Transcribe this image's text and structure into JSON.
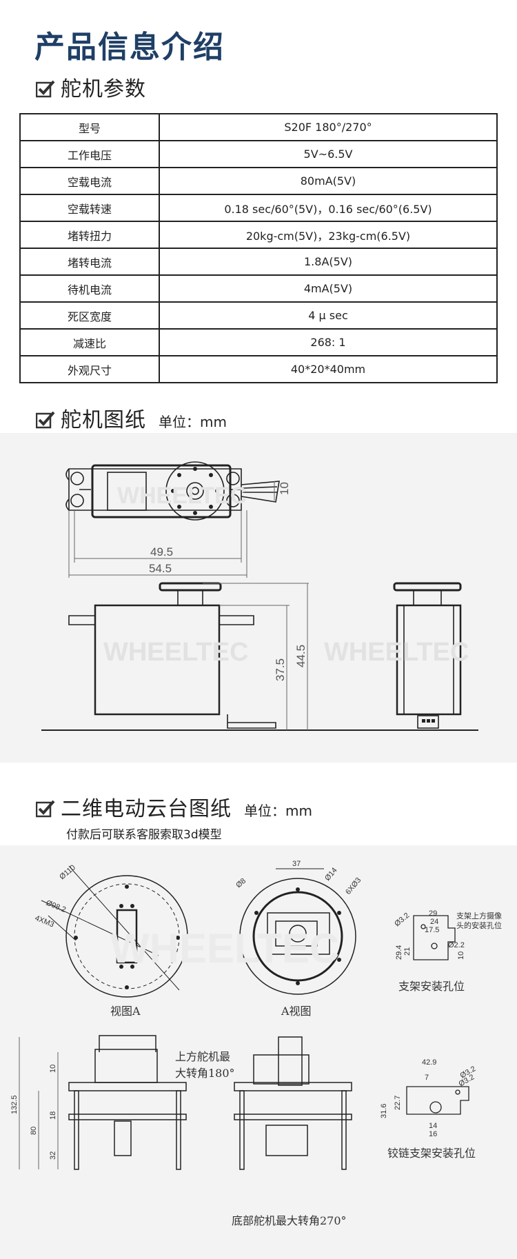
{
  "page_title": "产品信息介绍",
  "sec_params": {
    "title": "舵机参数"
  },
  "specs": [
    {
      "k": "型号",
      "v": "S20F 180°/270°"
    },
    {
      "k": "工作电压",
      "v": "5V~6.5V"
    },
    {
      "k": "空载电流",
      "v": "80mA(5V)"
    },
    {
      "k": "空载转速",
      "v": "0.18 sec/60°(5V)，0.16 sec/60°(6.5V)"
    },
    {
      "k": "堵转扭力",
      "v": "20kg-cm(5V)，23kg-cm(6.5V)"
    },
    {
      "k": "堵转电流",
      "v": "1.8A(5V)"
    },
    {
      "k": "待机电流",
      "v": "4mA(5V)"
    },
    {
      "k": "死区宽度",
      "v": "4 μ sec"
    },
    {
      "k": "减速比",
      "v": "268: 1"
    },
    {
      "k": "外观尺寸",
      "v": "40*20*40mm"
    }
  ],
  "sec_servo": {
    "title": "舵机图纸",
    "unit": "单位：mm"
  },
  "servo_drawing": {
    "watermark": "WHEELTEC",
    "dims": [
      "10",
      "49.5",
      "54.5",
      "37.5",
      "44.5"
    ]
  },
  "sec_gimbal": {
    "title": "二维电动云台图纸",
    "unit": "单位：mm",
    "note": "付款后可联系客服索取3d模型"
  },
  "gimbal_drawing": {
    "captions": {
      "view_a_top": "视图A",
      "a_view": "A视图",
      "bracket_holes": "支架安装孔位",
      "hinge_holes": "铰链支架安装孔位",
      "bottom_angle": "底部舵机最大转角270°",
      "top_angle_1": "上方舵机最",
      "top_angle_2": "大转角180°",
      "bracket_note_1": "支架上方摄像",
      "bracket_note_2": "头的安装孔位"
    },
    "dims_a": [
      "Ø110",
      "Ø98.2",
      "4XM3"
    ],
    "dims_b": [
      "37",
      "Ø14",
      "Ø8",
      "6XØ3"
    ],
    "dims_c": [
      "29",
      "24",
      "17.5",
      "Ø3.2",
      "Ø2.2",
      "29.4",
      "21",
      "10"
    ],
    "dims_d": [
      "10",
      "132.5",
      "80",
      "18",
      "32"
    ],
    "dims_e": [
      "42.9",
      "7",
      "Ø3.2",
      "Ø3.2",
      "31.6",
      "22.7",
      "14",
      "16"
    ]
  }
}
